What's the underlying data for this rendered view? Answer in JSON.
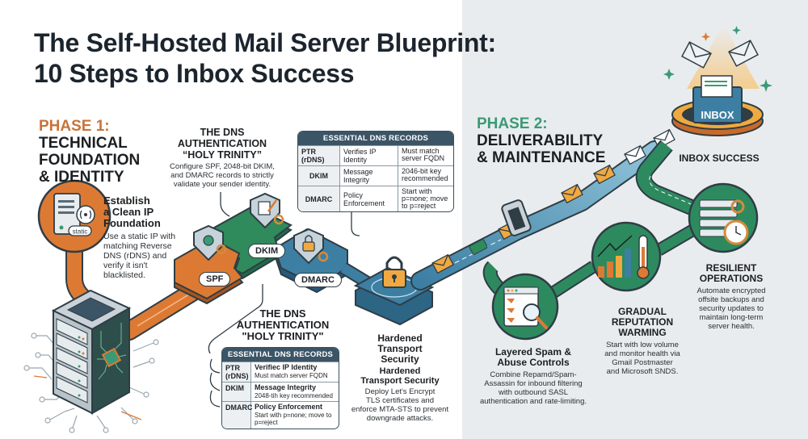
{
  "title": {
    "line1": "The Self-Hosted Mail Server Blueprint:",
    "line2": "10 Steps to Inbox Success"
  },
  "phase1": {
    "label": "PHASE 1:",
    "title_lines": [
      "TECHNICAL",
      "FOUNDATION",
      "& IDENTITY"
    ]
  },
  "phase2": {
    "label": "PHASE 2:",
    "title_lines": [
      "DELIVERABILITY",
      "& MAINTENANCE"
    ]
  },
  "steps": {
    "clean_ip": {
      "heading_lines": [
        "Establish",
        "a Clean IP",
        "Foundation"
      ],
      "body_lines": [
        "Use a static IP with",
        "matching Reverse",
        "DNS (rDNS) and",
        "verify it isn't",
        "blacklisted."
      ],
      "icon_badge": "static"
    },
    "dns_trinity_top": {
      "heading_lines": [
        "THE DNS",
        "AUTHENTICATION",
        "“HOLY TRINITY”"
      ],
      "body_lines": [
        "Configure SPF, 2048-bit DKIM,",
        "and DMARC records to strictly",
        "validate your sender identity."
      ]
    },
    "dns_trinity_bottom": {
      "heading_lines": [
        "THE DNS",
        "AUTHENTICATION",
        "\"HOLY TRINITY\""
      ]
    },
    "transport": {
      "heading_lines": [
        "Hardened",
        "Transport",
        "Security"
      ],
      "subheading_lines": [
        "Hardened",
        "Transport Security"
      ],
      "body_lines": [
        "Deploy Let's Encrypt",
        "TLS certificates and",
        "enforce MTA-STS to prevent",
        "downgrade attacks."
      ]
    },
    "spam": {
      "heading_lines": [
        "Layered Spam &",
        "Abuse Controls"
      ],
      "body_lines": [
        "Combine Repamd/Spam-",
        "Assassin for inbound filtering",
        "with outbound SASL",
        "authentication and rate-limiting."
      ]
    },
    "warming": {
      "heading_lines": [
        "GRADUAL",
        "REPUTATION",
        "WARMING"
      ],
      "body_lines": [
        "Start with low volume",
        "and monitor health via",
        "Gmail Postmaster",
        "and Microsoft SNDS."
      ]
    },
    "operations": {
      "heading_lines": [
        "RESILIENT",
        "OPERATIONS"
      ],
      "body_lines": [
        "Automate encrypted",
        "offsite backups and",
        "security updates to",
        "maintain long-term",
        "server health."
      ]
    },
    "inbox": {
      "label": "INBOX SUCCESS",
      "box_label": "INBOX"
    }
  },
  "puzzle_badges": {
    "spf": "SPF",
    "dkim": "DKIM",
    "dmarc": "DMARC"
  },
  "dns_table_top": {
    "header": "ESSENTIAL DNS RECORDS",
    "rows": [
      [
        "PTR (rDNS)",
        "Verifies IP Identity",
        "Must match server FQDN"
      ],
      [
        "DKIM",
        "Message Integrity",
        "2046-bit key recommended"
      ],
      [
        "DMARC",
        "Policy Enforcement",
        "Start with p=none; move to p=reject"
      ]
    ]
  },
  "dns_table_bottom": {
    "header": "ESSENTIAL DNS RECORDS",
    "rows": [
      [
        "PTR (rDNS)",
        "Verifiec IP Identity",
        "Must match server FQDN"
      ],
      [
        "DKIM",
        "Message Integrity",
        "2048-tih key recommended"
      ],
      [
        "DMARC",
        "Policy Enforcement",
        "Start with p=none; move to p=reject"
      ]
    ]
  },
  "colors": {
    "phase1_accent": "#c8733a",
    "phase2_accent": "#3b9a75",
    "dns_blue": "#3d7fa3",
    "dkim_green": "#2f8a5c",
    "path_green": "#2d8a5f",
    "table_header": "#3b5566"
  }
}
